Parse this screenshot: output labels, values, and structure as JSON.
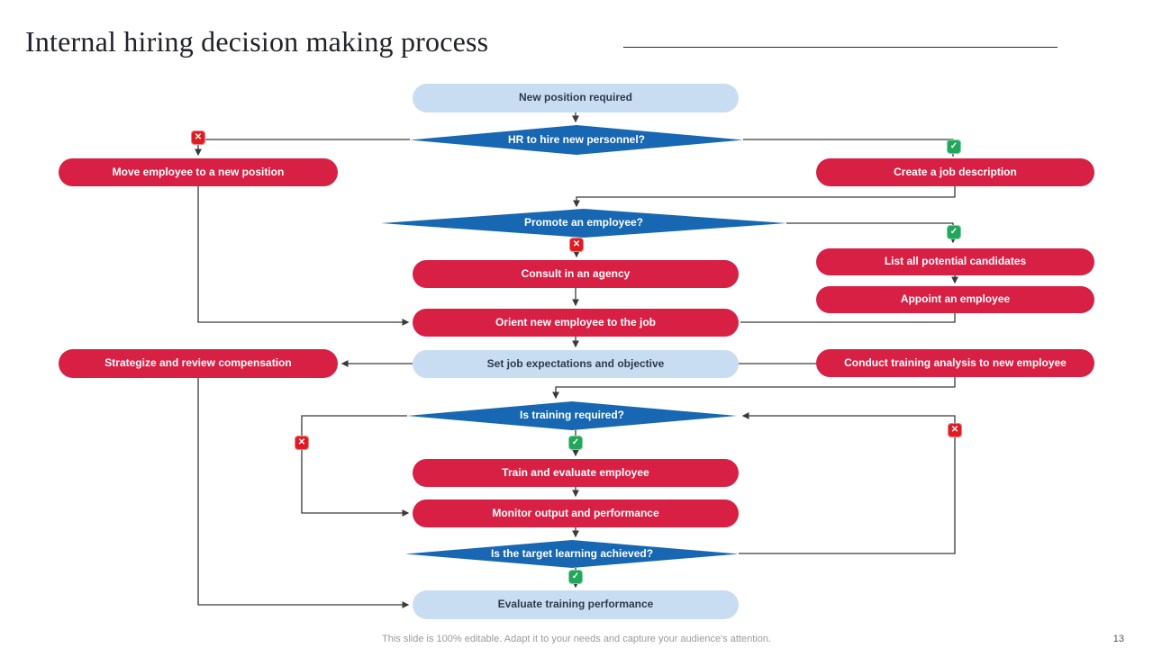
{
  "slide": {
    "title": "Internal hiring decision making process",
    "footer_note": "This slide is 100% editable. Adapt it to your needs and capture your audience's attention.",
    "page_number": "13"
  },
  "colors": {
    "red": "#D82044",
    "blue": "#1767B2",
    "light-blue": "#C9DDF2",
    "green-icon": "#21A65B",
    "red-icon": "#E01C23",
    "line": "#3A3A3A"
  },
  "icons": {
    "yes_glyph": "✓",
    "no_glyph": "✕"
  },
  "nodes": {
    "new_position": "New position required",
    "hr_hire": "HR to hire new personnel?",
    "move_employee": "Move employee to a new position",
    "create_job": "Create a job description",
    "promote": "Promote an employee?",
    "consult_agency": "Consult in an agency",
    "list_candidates": "List all potential candidates",
    "appoint_employee": "Appoint an employee",
    "orient_employee": "Orient new employee to the job",
    "set_expectations": "Set job expectations and objective",
    "strategize": "Strategize and review compensation",
    "conduct_training": "Conduct training analysis to new employee",
    "is_training": "Is training required?",
    "train_evaluate": "Train and evaluate employee",
    "monitor_output": "Monitor output and performance",
    "target_learning": "Is the target learning achieved?",
    "evaluate_training": "Evaluate training performance"
  }
}
